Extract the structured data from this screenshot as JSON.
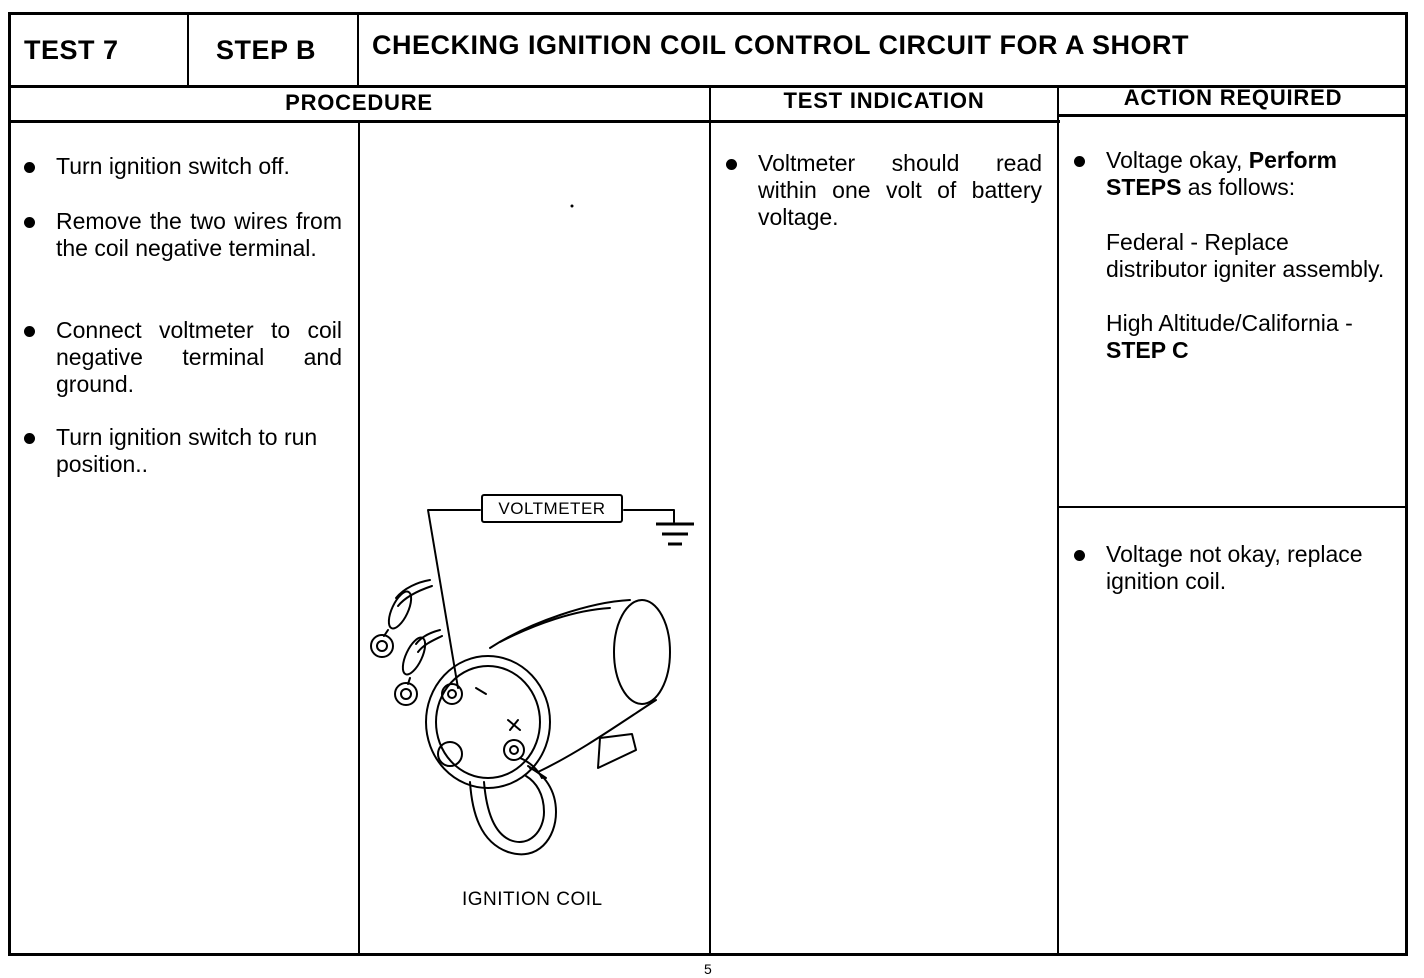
{
  "header": {
    "test": "TEST 7",
    "step": "STEP B",
    "title": "CHECKING IGNITION COIL CONTROL CIRCUIT FOR A SHORT"
  },
  "columns": {
    "procedure": "PROCEDURE",
    "test_indication": "TEST INDICATION",
    "action_required": "ACTION REQUIRED"
  },
  "procedure_steps": [
    "Turn ignition switch off.",
    "Remove the two wires from the coil negative terminal.",
    "Connect voltmeter to coil negative terminal and ground.",
    "Turn ignition switch to run position.."
  ],
  "illustration": {
    "voltmeter_label": "VOLTMETER",
    "caption": "IGNITION COIL",
    "icons": [
      "ground-symbol-icon",
      "ignition-coil-drawing",
      "wire-connector-icon"
    ]
  },
  "test_indication": [
    "Voltmeter should read within one volt of battery voltage."
  ],
  "action_ok": {
    "lead": "Voltage okay, ",
    "lead_bold": "Perform STEPS",
    "lead_tail": " as follows:",
    "federal": "Federal - Replace distributor igniter assembly.",
    "high_altitude": "High Altitude/California - ",
    "high_altitude_bold": "STEP C"
  },
  "action_not_ok": "Voltage not okay, replace ignition coil.",
  "page_mark": "5"
}
